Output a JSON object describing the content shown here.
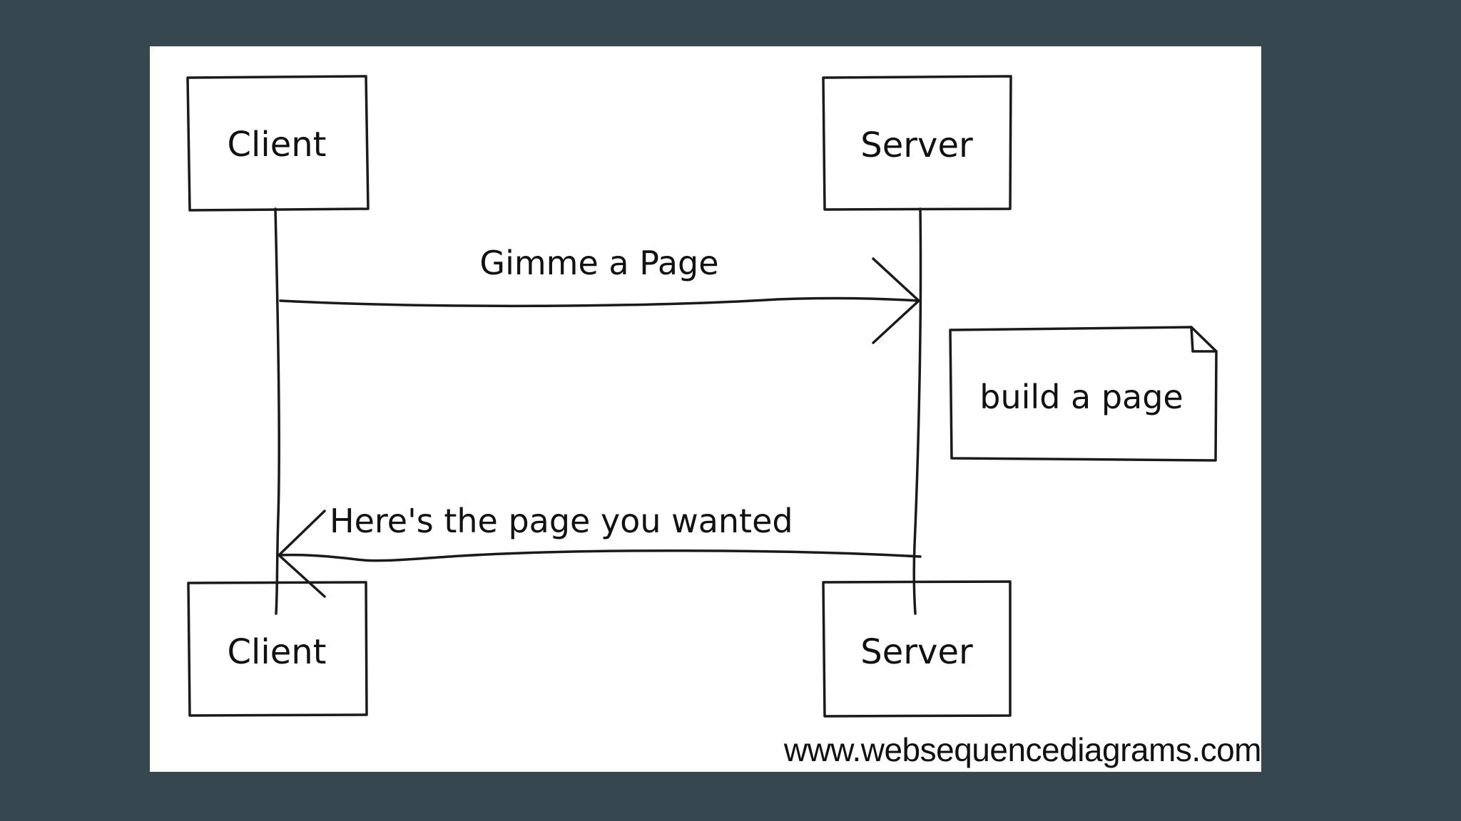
{
  "diagram": {
    "participants": {
      "client": {
        "label": "Client"
      },
      "server": {
        "label": "Server"
      }
    },
    "messages": {
      "request": {
        "label": "Gimme a Page",
        "from": "Client",
        "to": "Server"
      },
      "response": {
        "label": "Here's the page you wanted",
        "from": "Server",
        "to": "Client"
      }
    },
    "note": {
      "label": "build a page",
      "attached_to": "Server"
    },
    "watermark": "www.websequencediagrams.com"
  }
}
